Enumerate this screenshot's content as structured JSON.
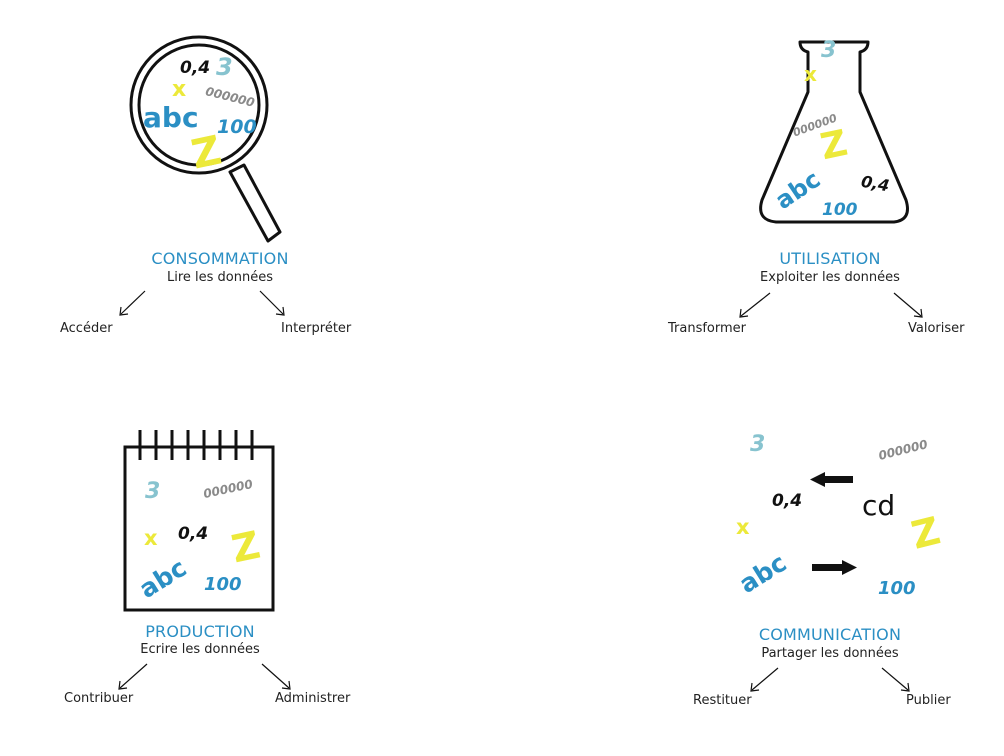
{
  "colors": {
    "accent_blue": "#2b8fc4",
    "light_blue": "#87c3cf",
    "yellow": "#ece93a",
    "grey": "#8a8a8a",
    "black": "#111111"
  },
  "tokens": {
    "abc": "abc",
    "hundred": "100",
    "zero_four": "0,4",
    "three": "3",
    "x": "x",
    "z": "Z",
    "zeros": "000000",
    "cd": "cd"
  },
  "sections": {
    "consommation": {
      "title": "CONSOMMATION",
      "subtitle": "Lire les données",
      "left": "Accéder",
      "right": "Interpréter",
      "icon": "magnifying-glass-icon"
    },
    "utilisation": {
      "title": "UTILISATION",
      "subtitle": "Exploiter les données",
      "left": "Transformer",
      "right": "Valoriser",
      "icon": "flask-icon"
    },
    "production": {
      "title": "PRODUCTION",
      "subtitle": "Ecrire les données",
      "left": "Contribuer",
      "right": "Administrer",
      "icon": "notepad-icon"
    },
    "communication": {
      "title": "COMMUNICATION",
      "subtitle": "Partager les données",
      "left": "Restituer",
      "right": "Publier",
      "icon": "exchange-arrows-icon"
    }
  }
}
